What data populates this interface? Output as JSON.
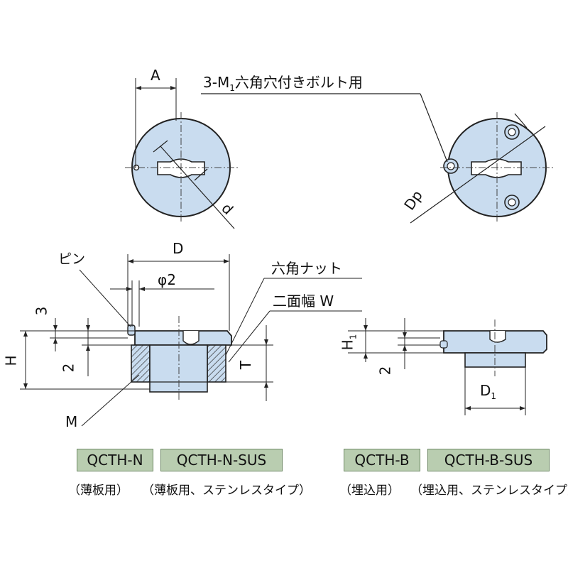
{
  "dimensions": {
    "A": "A",
    "bolt_note": "3-M",
    "bolt_note_sub": "1",
    "bolt_note_tail": "六角穴付きボルト用",
    "d": "d",
    "Dp": "Dp",
    "D": "D",
    "phi2": "φ2",
    "pin": "ピン",
    "hex_nut": "六角ナット",
    "width_across_flats": "二面幅 W",
    "three": "3",
    "H": "H",
    "two": "2",
    "T": "T",
    "M": "M",
    "H1": "H",
    "H1_sub": "1",
    "two_b": "2",
    "D1": "D",
    "D1_sub": "1"
  },
  "models": {
    "n_badge_1": "QCTH-N",
    "n_badge_2": "QCTH-N-SUS",
    "n_note_1": "（薄板用）",
    "n_note_2": "（薄板用、ステンレスタイプ）",
    "b_badge_1": "QCTH-B",
    "b_badge_2": "QCTH-B-SUS",
    "b_note_1": "（埋込用）",
    "b_note_2": "（埋込用、ステンレスタイプ）"
  },
  "colors": {
    "part_fill": "#c9dcef",
    "badge_fill": "#b9cdb0",
    "line": "#222222"
  }
}
